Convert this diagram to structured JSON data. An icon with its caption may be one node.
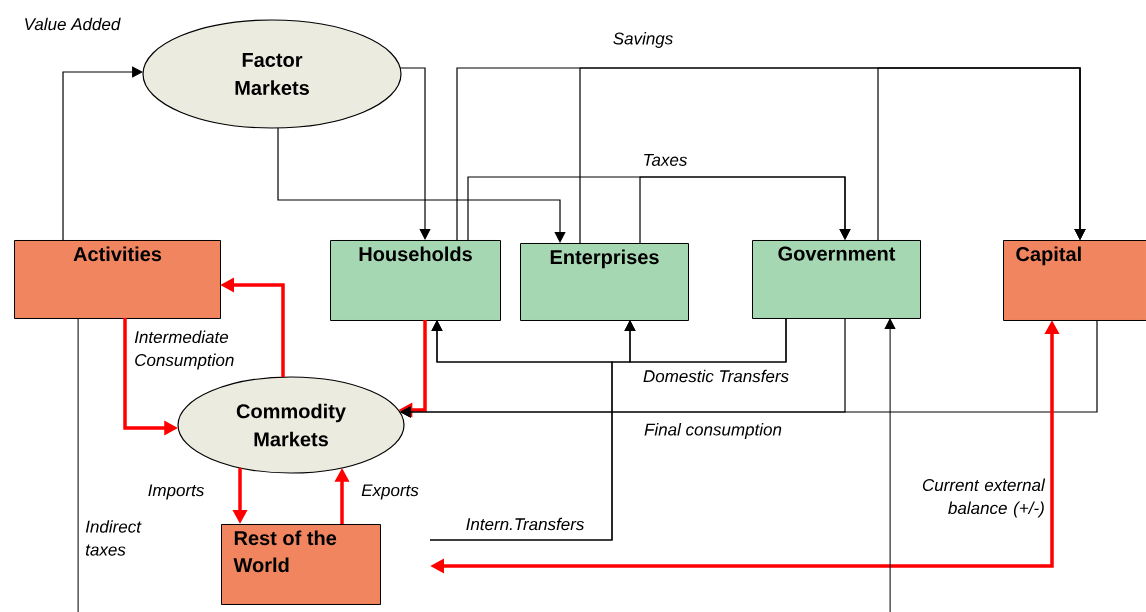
{
  "diagram": {
    "nodes": [
      {
        "text": [
          "Factor Markets"
        ]
      },
      {
        "text": [
          "Activities"
        ]
      },
      {
        "text": [
          "Households"
        ]
      },
      {
        "text": [
          "Enterprises"
        ]
      },
      {
        "text": [
          "Government"
        ]
      },
      {
        "text": [
          "Capital"
        ]
      },
      {
        "text": [
          "Commodity Markets"
        ]
      },
      {
        "text": [
          "Rest of the World"
        ]
      }
    ],
    "edges": [
      {
        "from": 1,
        "to": 0,
        "arrow": "to",
        "label": "Value Added"
      },
      {
        "from": 0,
        "to": 2,
        "arrow": "to"
      },
      {
        "from": 0,
        "to": 3,
        "arrow": "to"
      },
      {
        "from": 2,
        "to": 5,
        "arrow": "to",
        "label": "Savings"
      },
      {
        "from": 3,
        "to": 5,
        "arrow": "to"
      },
      {
        "from": 4,
        "to": 5,
        "arrow": "to"
      },
      {
        "from": 2,
        "to": 4,
        "arrow": "to",
        "label": "Taxes"
      },
      {
        "from": 3,
        "to": 4,
        "arrow": "to"
      },
      {
        "from": 4,
        "to": 2,
        "arrow": "to",
        "label": "Domestic Transfers"
      },
      {
        "from": 4,
        "to": 3,
        "arrow": "to"
      },
      {
        "from": 7,
        "to": 3,
        "arrow": "to",
        "label": "Intern.Transfers"
      },
      {
        "from": 7,
        "to": 2,
        "arrow": "to"
      },
      {
        "from": 2,
        "to": 6,
        "arrow": "to",
        "style": "thick",
        "color": "#ff0000"
      },
      {
        "from": 4,
        "to": 6,
        "arrow": "to",
        "label": "Final consumption"
      },
      {
        "from": 5,
        "to": 6,
        "arrow": "to"
      },
      {
        "from": 1,
        "to": 6,
        "arrow": "to",
        "label": "Intermediate Consumption",
        "style": "thick",
        "color": "#ff0000"
      },
      {
        "from": 6,
        "to": 1,
        "arrow": "to",
        "style": "thick",
        "color": "#ff0000"
      },
      {
        "from": 6,
        "to": 7,
        "arrow": "to",
        "label": "Imports",
        "style": "thick",
        "color": "#ff0000"
      },
      {
        "from": 7,
        "to": 6,
        "arrow": "to",
        "label": "Exports",
        "style": "thick",
        "color": "#ff0000"
      },
      {
        "from": 5,
        "to": 7,
        "arrow": "both",
        "label": "Current external balance (+/-)",
        "style": "thick",
        "color": "#ff0000"
      },
      {
        "from": 1,
        "to": null,
        "arrow": "none",
        "label": "Indirect taxes"
      },
      {
        "from": null,
        "to": 4,
        "arrow": "to"
      }
    ]
  }
}
